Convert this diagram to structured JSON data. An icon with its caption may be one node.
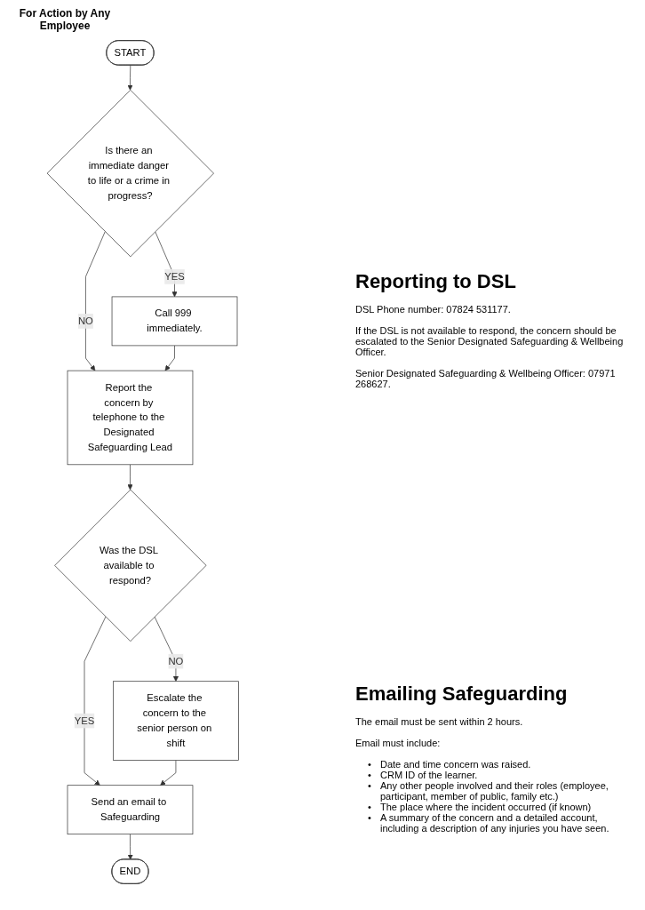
{
  "diagram": {
    "title": "For Action by Any Employee",
    "nodes": [
      {
        "text": [
          "START"
        ]
      },
      {
        "text": [
          "Is there an immediate danger to life or a crime in progress?"
        ]
      },
      {
        "text": [
          "Call 999 immediately."
        ]
      },
      {
        "text": [
          "Report the concern by telephone to the Designated Safeguarding Lead"
        ]
      },
      {
        "text": [
          "Was the DSL available to respond?"
        ]
      },
      {
        "text": [
          "Escalate the concern to the senior person on shift"
        ]
      },
      {
        "text": [
          "Send an email to Safeguarding"
        ]
      },
      {
        "text": [
          "END"
        ]
      }
    ],
    "edges": [
      {
        "from": 0,
        "to": 1,
        "arrow": "to"
      },
      {
        "from": 1,
        "to": 2,
        "arrow": "to",
        "label": "YES"
      },
      {
        "from": 1,
        "to": 3,
        "arrow": "to",
        "label": "NO"
      },
      {
        "from": 2,
        "to": 3,
        "arrow": "to"
      },
      {
        "from": 3,
        "to": 4,
        "arrow": "to"
      },
      {
        "from": 4,
        "to": 6,
        "arrow": "to",
        "label": "YES"
      },
      {
        "from": 4,
        "to": 5,
        "arrow": "to",
        "label": "NO"
      },
      {
        "from": 5,
        "to": 6,
        "arrow": "to"
      },
      {
        "from": 6,
        "to": 7,
        "arrow": "to"
      }
    ],
    "labels": [
      "Reporting to DSL",
      "DSL Phone number: 07824 531177.",
      "If the DSL is not available to respond, the concern should be escalated to the Senior Designated Safeguarding & Wellbeing Officer.",
      "Senior Designated Safeguarding & Wellbeing Officer: 07971 268627.",
      "Emailing Safeguarding",
      "The email must be sent within 2 hours.",
      "Email must include:",
      "•",
      "Date and time concern was raised.",
      "•",
      "CRM ID of the learner.",
      "•",
      "Any other people involved and their roles (employee, participant, member of public, family etc.)",
      "•",
      "The place where the incident occurred (if known)",
      "•",
      "A summary of the concern and a detailed account, including a description of any injuries you have seen."
    ]
  }
}
